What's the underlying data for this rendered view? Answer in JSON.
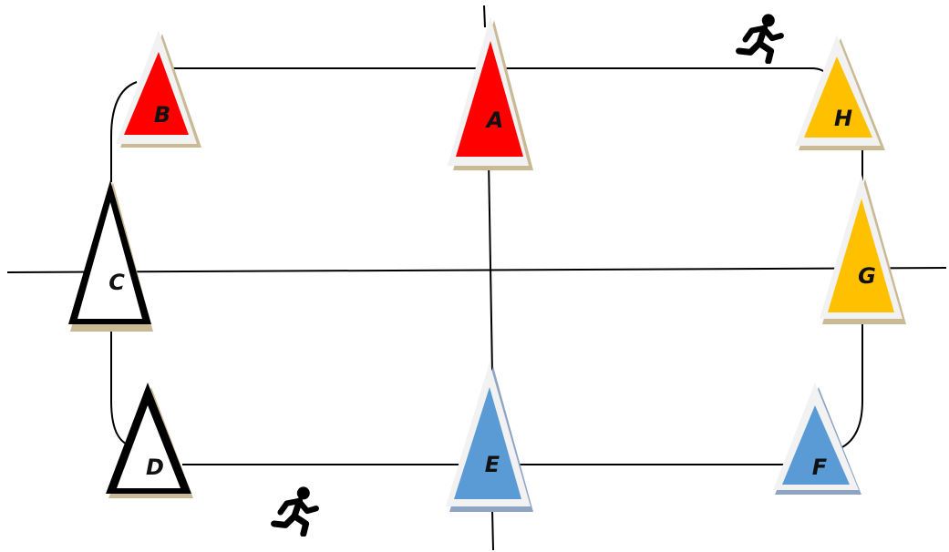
{
  "diagram": {
    "cones": [
      {
        "id": "A",
        "label": "A",
        "fill": "#ff0000"
      },
      {
        "id": "B",
        "label": "B",
        "fill": "#ff0000"
      },
      {
        "id": "C",
        "label": "C",
        "fill": "#ffffff"
      },
      {
        "id": "D",
        "label": "D",
        "fill": "#ffffff"
      },
      {
        "id": "E",
        "label": "E",
        "fill": "#5b9bd5"
      },
      {
        "id": "F",
        "label": "F",
        "fill": "#5b9bd5"
      },
      {
        "id": "G",
        "label": "G",
        "fill": "#ffc000"
      },
      {
        "id": "H",
        "label": "H",
        "fill": "#ffc000"
      }
    ],
    "runner_icons": [
      "runner-icon",
      "runner-icon"
    ],
    "colors": {
      "line": "#000000",
      "outline": "#000000",
      "cone_border": "#f2f2f2",
      "cone_shadow": "#c9b994",
      "blue_shadow": "#8ea4c4"
    }
  }
}
